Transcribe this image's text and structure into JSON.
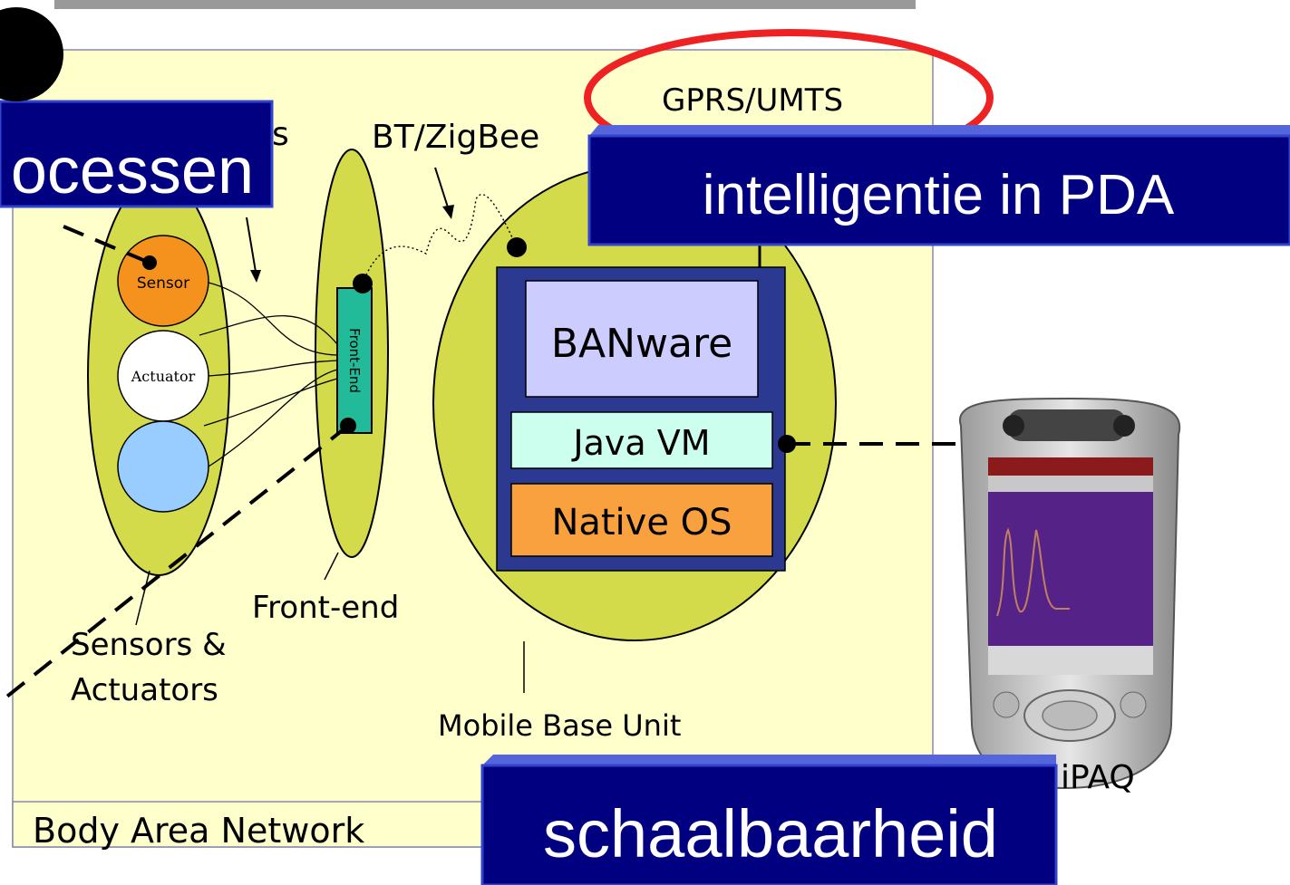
{
  "labels": {
    "gprs": "GPRS/UMTS",
    "bt": "BT/ZigBee",
    "sensor": "Sensor",
    "actuator": "Actuator",
    "front_end_chip": "Front-End",
    "front_end": "Front-end",
    "sensors_actuators_1": "Sensors &",
    "sensors_actuators_2": "Actuators",
    "banware": "BANware",
    "java_vm": "Java VM",
    "native_os": "Native OS",
    "mobile_base_unit": "Mobile Base Unit",
    "ipaq": "iPAQ",
    "body_area_network": "Body Area Network",
    "partial_s": "s"
  },
  "banners": {
    "processen": "ocessen",
    "pda": "intelligentie in PDA",
    "schaal": "schaalbaarheid"
  },
  "colors": {
    "panel": "#ffffcc",
    "ellipse": "#d4db4b",
    "sensor": "#f5921e",
    "actuator": "#ffffff",
    "blue_circle": "#99ccff",
    "front_end_chip": "#22bb99",
    "mbu_box": "#2b3990",
    "banware": "#ccccff",
    "java_vm": "#ccffee",
    "native_os": "#f8a13e",
    "banner": "#000080",
    "red_ellipse": "#ee2222",
    "pda_screen": "#552288"
  }
}
